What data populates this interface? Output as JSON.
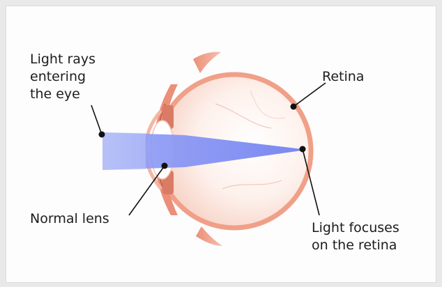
{
  "labels": {
    "light_rays": "Light rays\nentering\nthe eye",
    "retina": "Retina",
    "normal_lens": "Normal lens",
    "light_focuses": "Light focuses\non the retina"
  },
  "colors": {
    "sclera": "#f2a48c",
    "eye_fill": "#fbe9e2",
    "light_beam": "#7e8ef4",
    "leader_line": "#111111"
  }
}
